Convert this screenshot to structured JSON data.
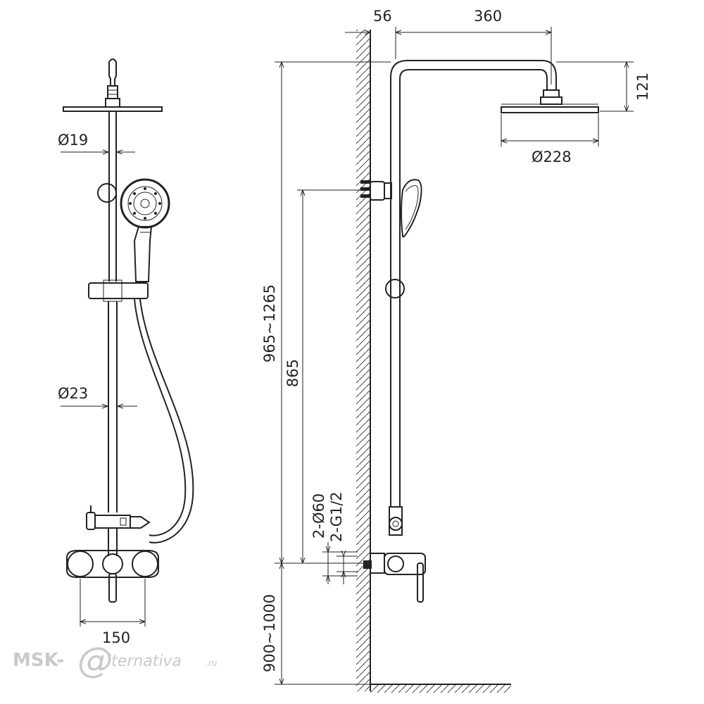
{
  "front_view": {
    "dimensions": {
      "upper_pipe_diameter": "Ø19",
      "lower_pipe_diameter": "Ø23",
      "mixer_width": "150"
    }
  },
  "side_view": {
    "dimensions": {
      "wall_offset": "56",
      "arm_length": "360",
      "head_height": "121",
      "head_diameter": "Ø228",
      "adjustable_height": "965~1265",
      "holder_height": "865",
      "escutcheon_diameter": "2-Ø60",
      "thread_size": "2-G1/2",
      "install_height": "900~1000"
    }
  },
  "watermark": {
    "prefix": "MSK-",
    "suffix": "lternativa",
    "tld": ".ru"
  }
}
